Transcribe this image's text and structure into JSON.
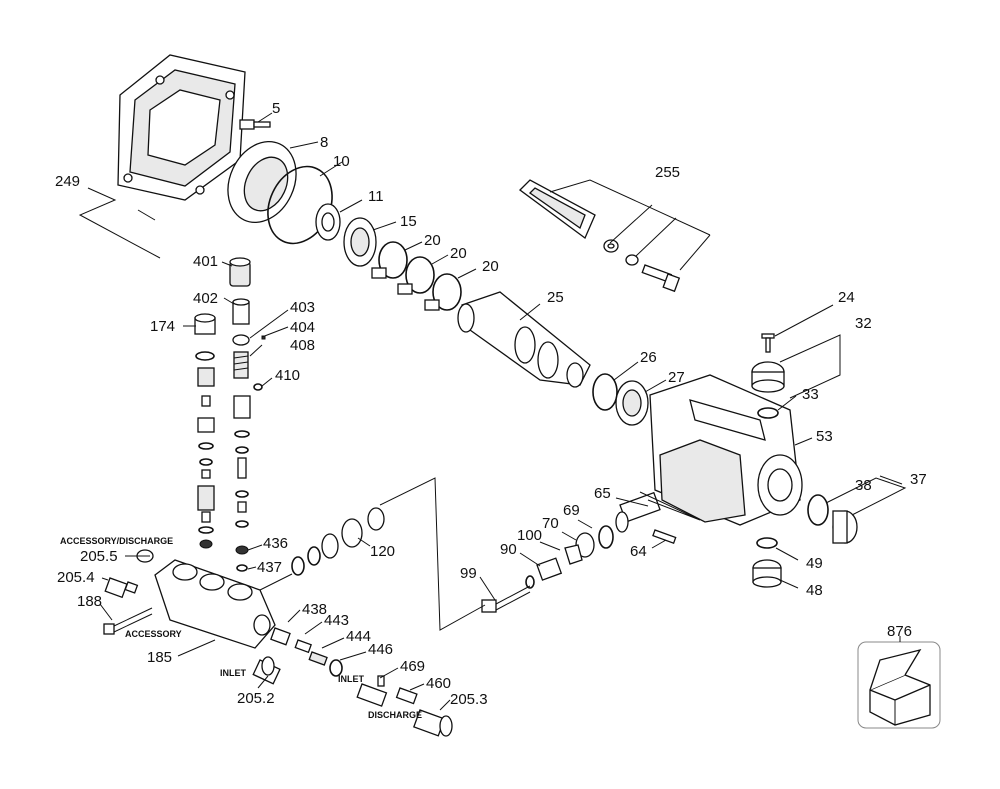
{
  "callouts": [
    "5",
    "8",
    "10",
    "11",
    "15",
    "20",
    "20",
    "20",
    "25",
    "26",
    "27",
    "24",
    "32",
    "33",
    "53",
    "37",
    "38",
    "49",
    "48",
    "255",
    "249",
    "401",
    "402",
    "403",
    "404",
    "408",
    "410",
    "174",
    "436",
    "437",
    "120",
    "205.5",
    "205.4",
    "188",
    "185",
    "205.2",
    "438",
    "443",
    "444",
    "446",
    "469",
    "460",
    "205.3",
    "99",
    "90",
    "100",
    "70",
    "69",
    "65",
    "64",
    "876"
  ],
  "tags": [
    "ACCESSORY/DISCHARGE",
    "ACCESSORY",
    "INLET",
    "INLET",
    "DISCHARGE"
  ]
}
